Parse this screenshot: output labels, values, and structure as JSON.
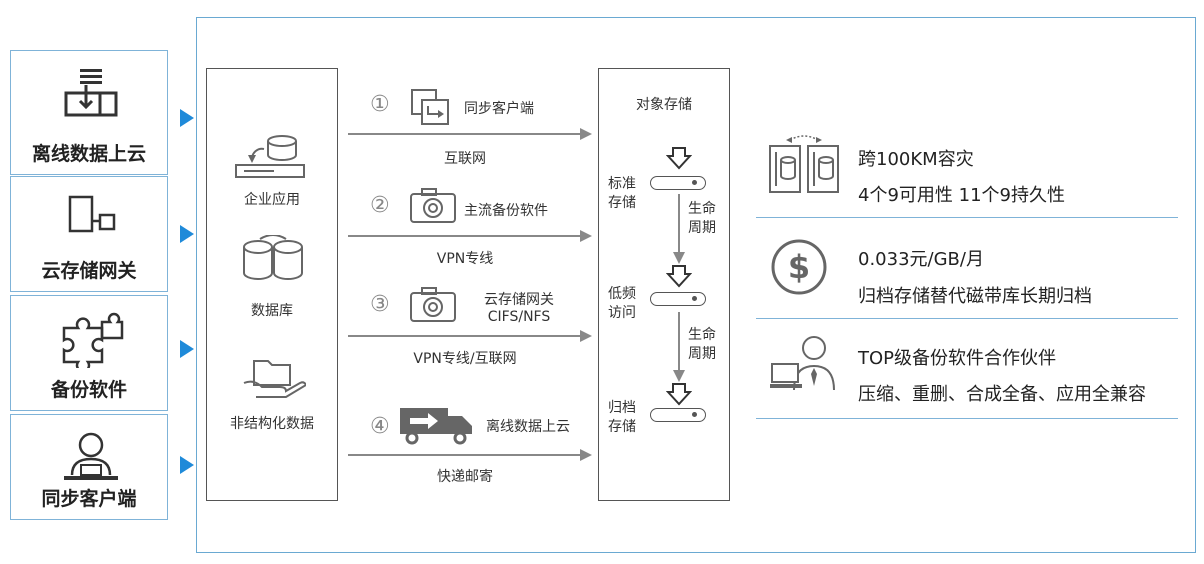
{
  "left_cards": [
    {
      "label": "离线数据上云",
      "icon": "server-upload-icon"
    },
    {
      "label": "云存储网关",
      "icon": "gateway-icon"
    },
    {
      "label": "备份软件",
      "icon": "puzzle-icon"
    },
    {
      "label": "同步客户端",
      "icon": "user-laptop-icon"
    }
  ],
  "sources": {
    "enterprise_app": "企业应用",
    "database": "数据库",
    "unstructured": "非结构化数据"
  },
  "paths": [
    {
      "number": "①",
      "label": "同步客户端",
      "channel": "互联网"
    },
    {
      "number": "②",
      "label": "主流备份软件",
      "channel": "VPN专线"
    },
    {
      "number": "③",
      "label": "云存储网关",
      "label2": "CIFS/NFS",
      "channel": "VPN专线/互联网"
    },
    {
      "number": "④",
      "label": "离线数据上云",
      "channel": "快递邮寄"
    }
  ],
  "object_storage": {
    "title": "对象存储",
    "tiers": [
      {
        "line1": "标准",
        "line2": "存储"
      },
      {
        "line1": "低频",
        "line2": "访问"
      },
      {
        "line1": "归档",
        "line2": "存储"
      }
    ],
    "lifecycle": [
      {
        "line1": "生命",
        "line2": "周期"
      },
      {
        "line1": "生命",
        "line2": "周期"
      }
    ]
  },
  "features": [
    {
      "icon": "dual-datacenter-icon",
      "line1": "跨100KM容灾",
      "line2": "4个9可用性  11个9持久性"
    },
    {
      "icon": "dollar-icon",
      "line1": "0.033元/GB/月",
      "line2": "归档存储替代磁带库长期归档"
    },
    {
      "icon": "partner-icon",
      "line1": "TOP级备份软件合作伙伴",
      "line2": "压缩、重删、合成全备、应用全兼容"
    }
  ],
  "colors": {
    "accent": "#1f8ad9",
    "border": "#6aa9d2",
    "line": "#888888"
  }
}
